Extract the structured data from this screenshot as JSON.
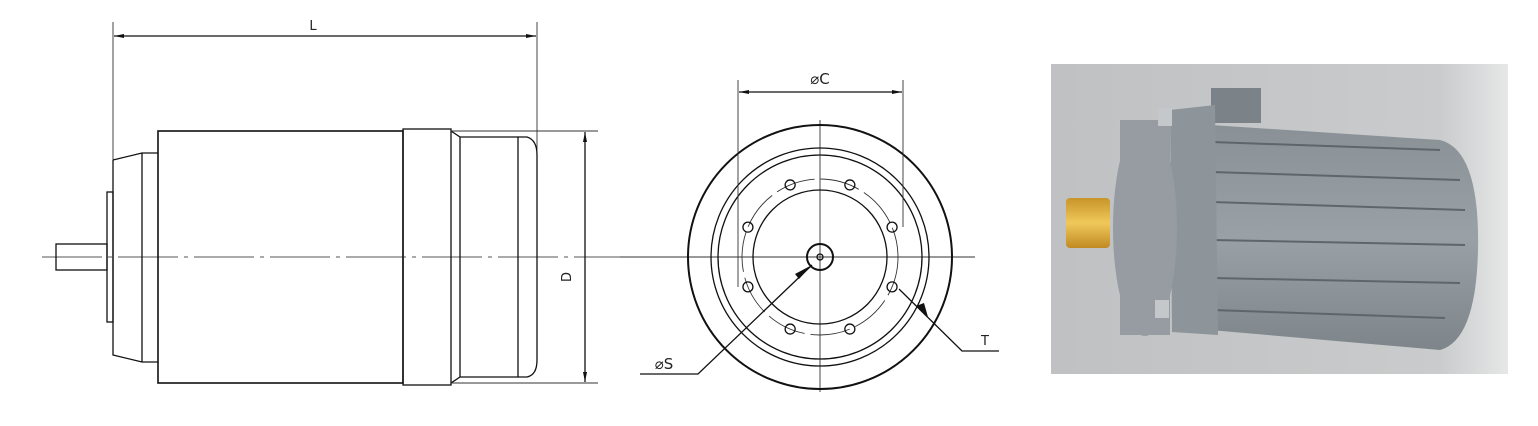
{
  "side_view": {
    "length_label": "L",
    "diameter_label": "D"
  },
  "front_view": {
    "bolt_circle_label": "⌀C",
    "shaft_label": "⌀S",
    "hole_label": "T",
    "bolt_hole_count": 8
  },
  "photo": {
    "subject": "motor-photo",
    "colors": {
      "background": "#c4c6c7",
      "body": "#8d9499",
      "shaft": "#d7a93a"
    }
  }
}
